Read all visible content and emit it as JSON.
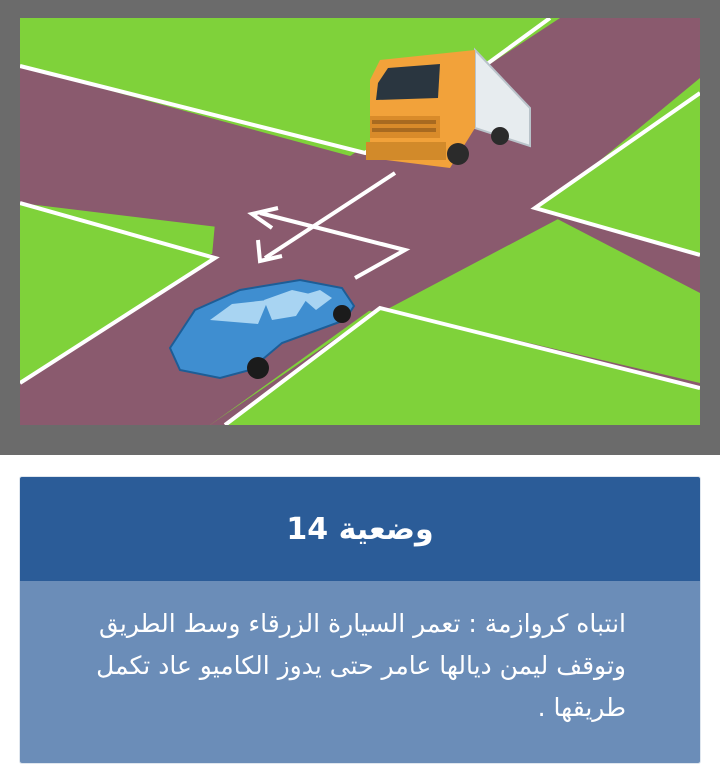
{
  "scene": {
    "image_name": "intersection-illustration",
    "colors": {
      "grass": "#7fd23a",
      "road": "#8a5a6e",
      "lines": "#ffffff",
      "truck": "#f2a23a",
      "car": "#3f8ed0"
    }
  },
  "card": {
    "title": "وضعية 14",
    "body": "انتباه كروازمة : تعمر السيارة الزرقاء وسط الطريق وتوقف ليمن ديالها عامر حتى يدوز الكاميو عاد تكمل طريقها .",
    "colors": {
      "header": "#2b5c98",
      "body": "#6b8db8"
    }
  }
}
